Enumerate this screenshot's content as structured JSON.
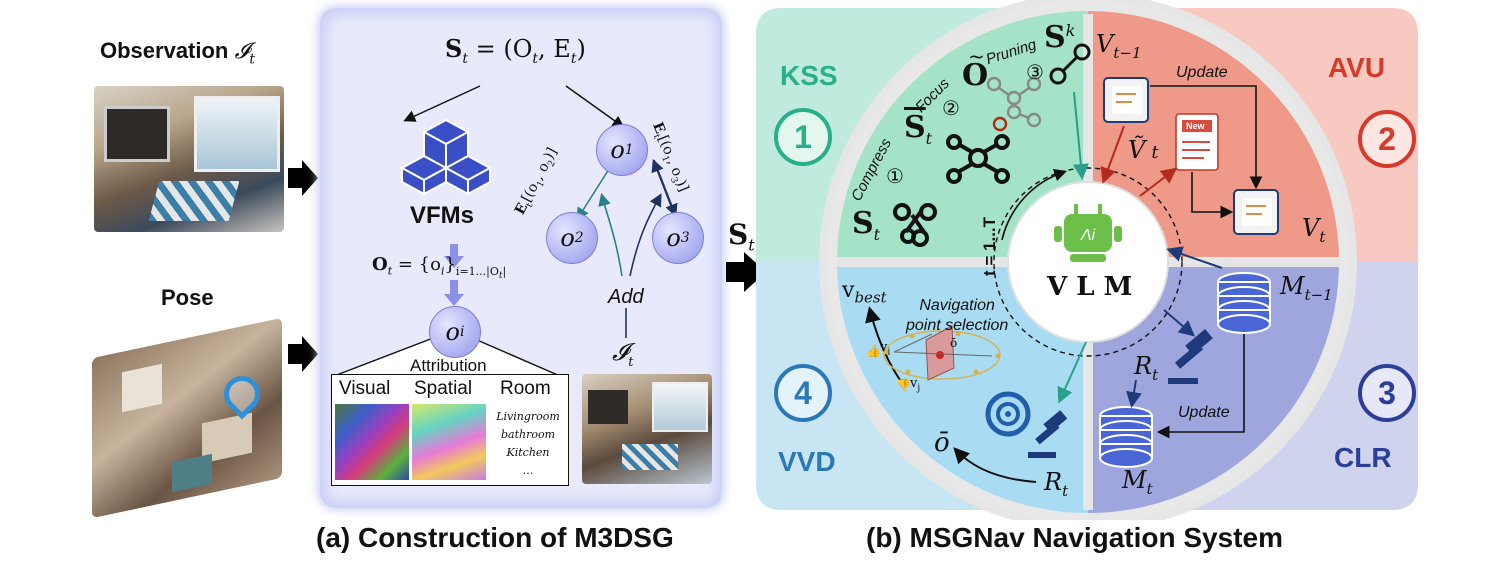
{
  "left": {
    "observation_label": "Observation",
    "observation_symbol": "𝓘",
    "observation_sub": "t",
    "pose_label": "Pose"
  },
  "panel_a": {
    "state_eq": "S",
    "state_eq_rest": "= (O",
    "state_eq_rest2": ", E",
    "state_eq_end": ")",
    "vfms_label": "VFMs",
    "objects_eq": "O",
    "objects_eq_rest": "= {o",
    "objects_eq_end": "}",
    "objects_sub": "i=1...|O",
    "objects_sub_end": "|",
    "node_oi": "o",
    "attribution_label": "Attribution",
    "attr_visual": "Visual",
    "attr_spatial": "Spatial",
    "attr_room": "Room",
    "rooms": [
      "Livingroom",
      "bathroom",
      "Kitchen",
      "..."
    ],
    "node_o1": "o",
    "node_o2": "o",
    "node_o3": "o",
    "edge_12": "E",
    "edge_12_rest": "[(o",
    "edge_13": "E",
    "edge_13_rest": "[(o",
    "add_label": "Add",
    "it_symbol": "𝓘",
    "it_sub": "t"
  },
  "st_arrow": {
    "label": "S",
    "sub": "t"
  },
  "panel_b": {
    "kss": "KSS",
    "avu": "AVU",
    "clr": "CLR",
    "vvd": "VVD",
    "n1": "1",
    "n2": "2",
    "n3": "3",
    "n4": "4",
    "compress": "Compress",
    "focus": "Focus",
    "pruning": "Pruning",
    "c1": "①",
    "c2": "②",
    "c3": "③",
    "st": "S",
    "st_sub": "t",
    "st_bar": "S",
    "o_tilde": "O",
    "sk": "S",
    "sk_sup": "k",
    "v_prev": "V",
    "v_prev_sub": "t−1",
    "update": "Update",
    "v_tilde": "Ṽ",
    "v_tilde_sub": "t",
    "new_badge": "New",
    "v_t": "V",
    "v_t_sub": "t",
    "vlm": "V L M",
    "loop": "t = 1...T",
    "m_prev": "M",
    "m_prev_sub": "t−1",
    "r_t": "R",
    "r_t_sub": "t",
    "update2": "Update",
    "m_t": "M",
    "m_t_sub": "t",
    "v_best": "v",
    "v_best_sub": "best",
    "nav_sel_1": "Navigation",
    "nav_sel_2": "point selection",
    "vi": "v",
    "vi_sub": "i",
    "vj": "v",
    "vj_sub": "j",
    "o_bar_small": "ō",
    "o_bar": "ō",
    "r_t2": "R",
    "r_t2_sub": "t"
  },
  "captions": {
    "a": "(a) Construction of M3DSG",
    "b": "(b) MSGNav Navigation System"
  },
  "colors": {
    "kss": "#28b08a",
    "avu": "#d63a2c",
    "clr": "#2c3f96",
    "vvd": "#2a78b8",
    "vlm_green": "#6cc04a"
  }
}
